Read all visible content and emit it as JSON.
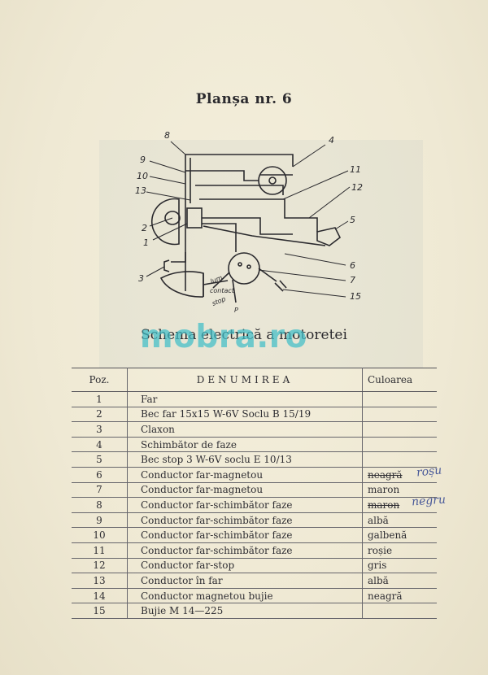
{
  "header": {
    "title": "Planșa nr. 6"
  },
  "diagram": {
    "labels": [
      "8",
      "4",
      "9",
      "10",
      "13",
      "11",
      "12",
      "2",
      "1",
      "5",
      "3",
      "6",
      "7",
      "15"
    ],
    "text_lum": "lum.",
    "text_contact": "contact",
    "text_stop": "stop",
    "text_p": "P"
  },
  "caption": {
    "text": "Schema electrică a motoretei"
  },
  "watermark": {
    "text": "mobra.ro"
  },
  "table": {
    "headers": {
      "pos": "Poz.",
      "name": "DENUMIREA",
      "color": "Culoarea"
    },
    "rows": [
      {
        "pos": "1",
        "name": "Far",
        "color": ""
      },
      {
        "pos": "2",
        "name": "Bec far 15x15 W-6V Soclu B 15/19",
        "color": ""
      },
      {
        "pos": "3",
        "name": "Claxon",
        "color": ""
      },
      {
        "pos": "4",
        "name": "Schimbător de faze",
        "color": ""
      },
      {
        "pos": "5",
        "name": "Bec stop 3 W-6V soclu E 10/13",
        "color": ""
      },
      {
        "pos": "6",
        "name": "Conductor far-magnetou",
        "color": "neagră"
      },
      {
        "pos": "7",
        "name": "Conductor far-magnetou",
        "color": "maron"
      },
      {
        "pos": "8",
        "name": "Conductor far-schimbător faze",
        "color": "maron"
      },
      {
        "pos": "9",
        "name": "Conductor far-schimbător faze",
        "color": "albă"
      },
      {
        "pos": "10",
        "name": "Conductor far-schimbător faze",
        "color": "galbenă"
      },
      {
        "pos": "11",
        "name": "Conductor far-schimbător faze",
        "color": "roșie"
      },
      {
        "pos": "12",
        "name": "Conductor far-stop",
        "color": "gris"
      },
      {
        "pos": "13",
        "name": "Conductor în far",
        "color": "albă"
      },
      {
        "pos": "14",
        "name": "Conductor magnetou bujie",
        "color": "neagră"
      },
      {
        "pos": "15",
        "name": "Bujie M 14—225",
        "color": ""
      }
    ]
  },
  "annotations": {
    "row6": "roșu",
    "row8": "negru"
  }
}
